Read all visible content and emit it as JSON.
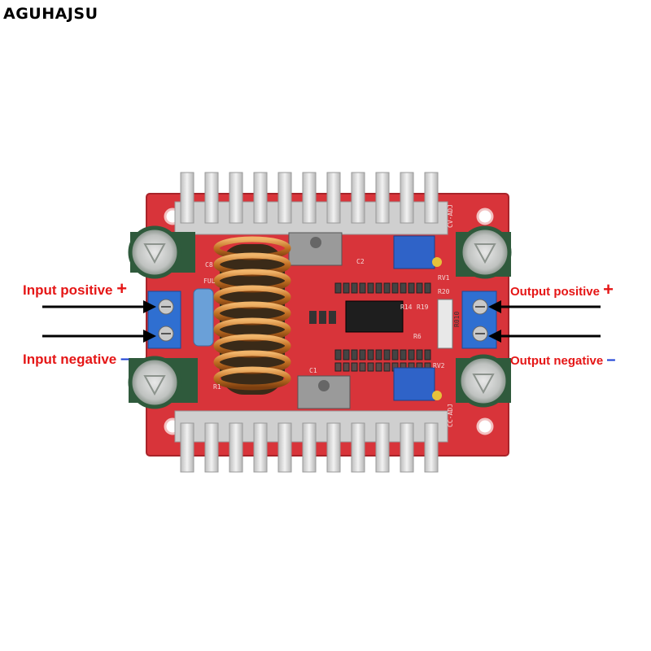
{
  "brand": "AGUHAJSU",
  "labels": {
    "input_positive": "Input positive",
    "input_negative": "Input negative",
    "output_positive": "Output positive",
    "output_negative": "Output negative",
    "plus_sign": "+",
    "minus_sign": "–"
  },
  "silkscreen": {
    "cv_adj": "CV-ADJ",
    "cc_adj": "CC-ADJ",
    "rv1": "RV1",
    "rv2": "RV2",
    "r20": "R20",
    "r14": "R14",
    "r19": "R19",
    "r6": "R6",
    "c2": "C2",
    "c1": "C1",
    "c8": "C8",
    "r1": "R1",
    "ful": "FUL",
    "r010": "R010"
  },
  "colors": {
    "label_red": "#e51616",
    "minus_blue": "#1a3fd6",
    "pcb_red": "#d8343a",
    "heatsink": "#dcdcdc",
    "terminal_blue": "#2f6fd1",
    "capacitor_green": "#2f5a3c",
    "copper_coil": "#c9782a"
  }
}
